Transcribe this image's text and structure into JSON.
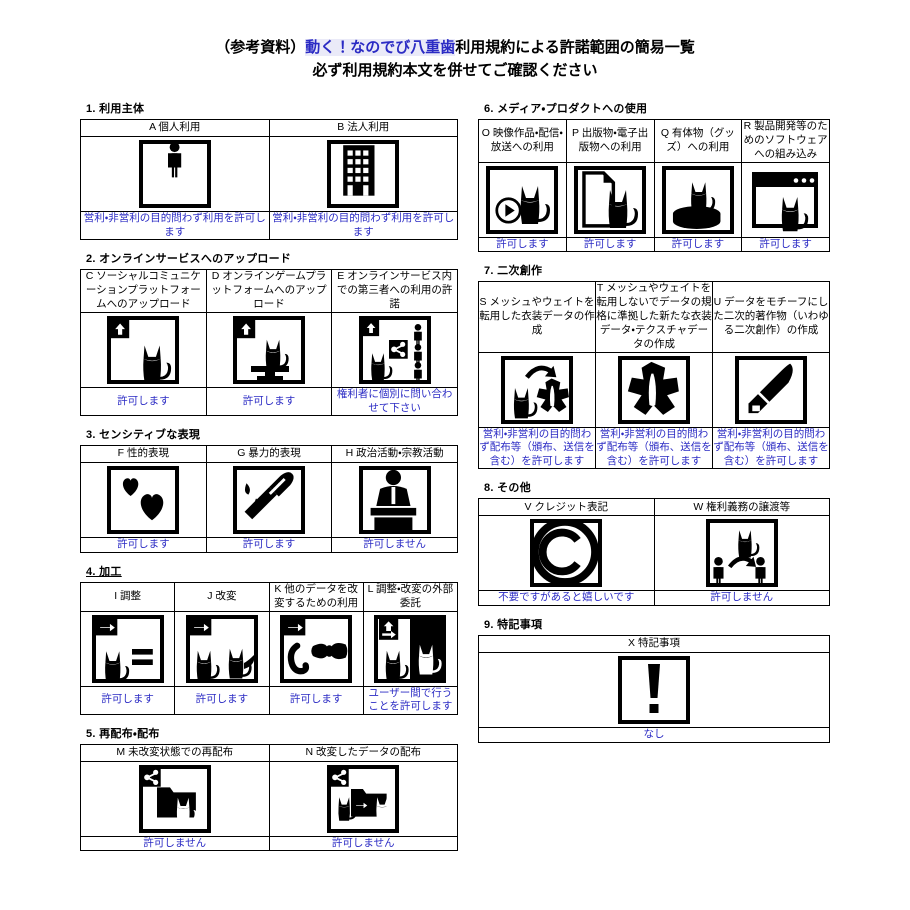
{
  "title": {
    "line1_pre": "（参考資料）",
    "line1_hl": "動く！なのでび八重歯",
    "line1_post": "利用規約による許諾範囲の簡易一覧",
    "line2": "必ず利用規約本文を併せてご確認ください"
  },
  "colors": {
    "note_blue": "#2b2bc4",
    "highlight_bg": "#eaeaf8",
    "ink": "#000000"
  },
  "sections": [
    {
      "number": "1.",
      "heading": "1. 利用主体",
      "underline": false,
      "columns": 2,
      "cells": [
        {
          "code": "A",
          "label": "A 個人利用",
          "icon": "person-icon",
          "note": "営利・非営利の目的問わず利用を許可します"
        },
        {
          "code": "B",
          "label": "B 法人利用",
          "icon": "building-icon",
          "note": "営利・非営利の目的問わず利用を許可します"
        }
      ]
    },
    {
      "number": "2.",
      "heading": "2. オンラインサービスへのアップロード",
      "underline": false,
      "columns": 3,
      "cells": [
        {
          "code": "C",
          "label": "C ソーシャルコミュニケーションプラットフォームへのアップロード",
          "icon": "upload-cat-icon",
          "note": "許可します"
        },
        {
          "code": "D",
          "label": "D オンラインゲームプラットフォームへのアップロード",
          "icon": "upload-cat-monitor-icon",
          "note": "許可します"
        },
        {
          "code": "E",
          "label": "E オンラインサービス内での第三者への利用の許諾",
          "icon": "upload-share-people-icon",
          "note": "権利者に個別に問い合わせて下さい"
        }
      ]
    },
    {
      "number": "3.",
      "heading": "3. センシティブな表現",
      "underline": false,
      "columns": 3,
      "cells": [
        {
          "code": "F",
          "label": "F 性的表現",
          "icon": "hearts-icon",
          "note": "許可します"
        },
        {
          "code": "G",
          "label": "G 暴力的表現",
          "icon": "bloody-knife-icon",
          "note": "許可します"
        },
        {
          "code": "H",
          "label": "H 政治活動・宗教活動",
          "icon": "podium-speaker-icon",
          "note": "許可しません"
        }
      ]
    },
    {
      "number": "4.",
      "heading": "4. 加工",
      "underline": true,
      "columns": 4,
      "cells": [
        {
          "code": "I",
          "label": "I 調整",
          "icon": "arrow-cat-equals-icon",
          "note": "許可します"
        },
        {
          "code": "J",
          "label": "J 改変",
          "icon": "arrow-cat-modified-icon",
          "note": "許可します"
        },
        {
          "code": "K",
          "label": "K 他のデータを改変するための利用",
          "icon": "arrow-cat-other-data-icon",
          "note": "許可します"
        },
        {
          "code": "L",
          "label": "L 調整・改変の外部委託",
          "icon": "outsource-cat-icon",
          "note": "ユーザー間で行うことを許可します"
        }
      ]
    },
    {
      "number": "5.",
      "heading": "5. 再配布・配布",
      "underline": false,
      "columns": 2,
      "cells": [
        {
          "code": "M",
          "label": "M 未改変状態での再配布",
          "icon": "share-folder-cat-icon",
          "note": "許可しません"
        },
        {
          "code": "N",
          "label": "N 改変したデータの配布",
          "icon": "share-folder-modified-cat-icon",
          "note": "許可しません"
        }
      ]
    },
    {
      "number": "6.",
      "heading": "6. メディア・プロダクトへの使用",
      "underline": false,
      "columns": 4,
      "cells": [
        {
          "code": "O",
          "label": "O 映像作品・配信・放送への利用",
          "icon": "video-play-cat-icon",
          "note": "許可します"
        },
        {
          "code": "P",
          "label": "P 出版物・電子出版物への利用",
          "icon": "document-cat-icon",
          "note": "許可します"
        },
        {
          "code": "Q",
          "label": "Q 有体物（グッズ）への利用",
          "icon": "figurine-cat-icon",
          "note": "許可します"
        },
        {
          "code": "R",
          "label": "R 製品開発等のためのソフトウェアへの組み込み",
          "icon": "window-app-cat-icon",
          "note": "許可します"
        }
      ]
    },
    {
      "number": "7.",
      "heading": "7. 二次創作",
      "underline": false,
      "columns": 3,
      "cells": [
        {
          "code": "S",
          "label": "S メッシュやウェイトを転用した衣装データの作成",
          "icon": "cat-to-costume-icon",
          "note": "営利・非営利の目的問わず配布等（頒布、送信を含む）を許可します"
        },
        {
          "code": "T",
          "label": "T メッシュやウェイトを転用しないでデータの規格に準拠した新たな衣装データ・テクスチャデータの作成",
          "icon": "costume-icon",
          "note": "営利・非営利の目的問わず配布等（頒布、送信を含む）を許可します"
        },
        {
          "code": "U",
          "label": "U データをモチーフにした二次的著作物（いわゆる二次創作）の作成",
          "icon": "paintbrush-icon",
          "note": "営利・非営利の目的問わず配布等（頒布、送信を含む）を許可します"
        }
      ]
    },
    {
      "number": "8.",
      "heading": "8. その他",
      "underline": false,
      "columns": 2,
      "cells": [
        {
          "code": "V",
          "label": "V クレジット表記",
          "icon": "copyright-icon",
          "note": "不要ですがあると嬉しいです"
        },
        {
          "code": "W",
          "label": "W 権利義務の譲渡等",
          "icon": "transfer-cat-people-icon",
          "note": "許可しません"
        }
      ]
    },
    {
      "number": "9.",
      "heading": "9. 特記事項",
      "underline": false,
      "columns": 1,
      "cells": [
        {
          "code": "X",
          "label": "X 特記事項",
          "icon": "exclamation-icon",
          "note": "なし"
        }
      ]
    }
  ]
}
